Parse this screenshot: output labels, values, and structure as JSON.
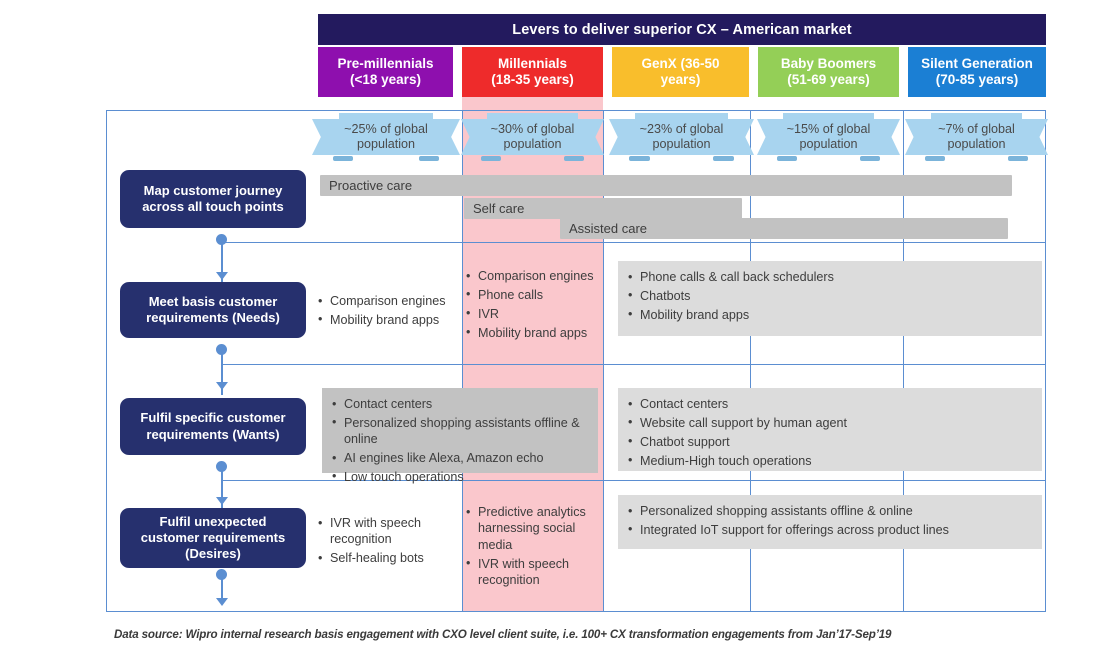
{
  "title": "Levers to deliver superior CX – American market",
  "colors": {
    "title_bar": "#231a5e",
    "frame_line": "#5b8ed1",
    "highlight_column": "#fac7cc",
    "ribbon": "#a8d4ef",
    "panel_gray": "#dcdcdc",
    "panel_gray_dark": "#c2c2c2",
    "stage_box": "#26306e"
  },
  "columns": [
    {
      "id": "pre-millennials",
      "label": "Pre-millennials\n(<18 years)",
      "label_line1": "Pre-millennials",
      "label_line2": "(<18 years)",
      "color": "#8e0fae",
      "population": "~25% of global population",
      "highlighted": false
    },
    {
      "id": "millennials",
      "label": "Millennials\n(18-35 years)",
      "label_line1": "Millennials",
      "label_line2": "(18-35 years)",
      "color": "#ee2b2b",
      "population": "~30% of global population",
      "highlighted": true
    },
    {
      "id": "genx",
      "label": "GenX (36-50 years)",
      "label_line1": "GenX (36-50",
      "label_line2": "years)",
      "color": "#f9be2c",
      "population": "~23% of global population",
      "highlighted": false
    },
    {
      "id": "baby-boomers",
      "label": "Baby Boomers\n(51-69 years)",
      "label_line1": "Baby Boomers",
      "label_line2": "(51-69 years)",
      "color": "#94cf57",
      "population": "~15% of global population",
      "highlighted": false
    },
    {
      "id": "silent-generation",
      "label": "Silent Generation\n(70-85 years)",
      "label_line1": "Silent Generation",
      "label_line2": "(70-85 years)",
      "color": "#1b7fd4",
      "population": "~7% of global population",
      "highlighted": false
    }
  ],
  "rows": [
    {
      "id": "map-customer-journey",
      "stage_label": "Map customer journey across all touch points",
      "stage_line1": "Map customer journey",
      "stage_line2": "across all touch points"
    },
    {
      "id": "meet-basis-needs",
      "stage_label": "Meet basis customer requirements (Needs)",
      "stage_line1": "Meet basis customer",
      "stage_line2": "requirements (Needs)"
    },
    {
      "id": "fulfil-wants",
      "stage_label": "Fulfil specific customer requirements (Wants)",
      "stage_line1": "Fulfil specific customer",
      "stage_line2": "requirements (Wants)"
    },
    {
      "id": "fulfil-desires",
      "stage_label": "Fulfil unexpected customer requirements (Desires)",
      "stage_line1": "Fulfil unexpected",
      "stage_line2": "customer requirements",
      "stage_line3": "(Desires)"
    }
  ],
  "care_bars": [
    {
      "id": "proactive-care",
      "label": "Proactive care"
    },
    {
      "id": "self-care",
      "label": "Self care"
    },
    {
      "id": "assisted-care",
      "label": "Assisted care"
    }
  ],
  "needs": {
    "pre_millennials": [
      "Comparison engines",
      "Mobility brand apps"
    ],
    "millennials": [
      "Comparison engines",
      "Phone calls",
      "IVR",
      "Mobility brand apps"
    ],
    "older": [
      "Phone calls & call back schedulers",
      "Chatbots",
      "Mobility brand apps"
    ]
  },
  "wants": {
    "left": [
      "Contact centers",
      "Personalized shopping assistants offline & online",
      "AI engines like Alexa, Amazon echo",
      "Low touch operations"
    ],
    "right": [
      "Contact centers",
      "Website call support by human agent",
      "Chatbot support",
      "Medium-High touch operations"
    ]
  },
  "desires": {
    "pre_millennials": [
      "IVR with speech recognition",
      "Self-healing bots"
    ],
    "millennials": [
      "Predictive analytics harnessing social media",
      "IVR with speech recognition"
    ],
    "older": [
      "Personalized shopping assistants offline & online",
      "Integrated IoT support for offerings across product lines"
    ]
  },
  "footer": "Data source: Wipro internal research basis engagement with CXO level client suite, i.e. 100+ CX transformation engagements from Jan’17-Sep’19"
}
